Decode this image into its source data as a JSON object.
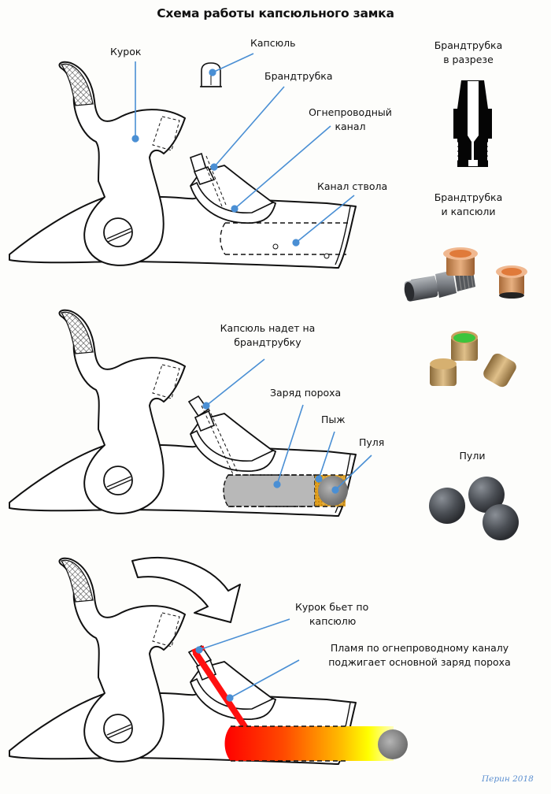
{
  "title": "Схема работы капсюльного замка",
  "panel1": {
    "labels": {
      "hammer": "Курок",
      "cap": "Капсюль",
      "nipple": "Брандтрубка",
      "flash_channel_line1": "Огнепроводный",
      "flash_channel_line2": "канал",
      "barrel_bore": "Канал ствола"
    }
  },
  "panel2": {
    "labels": {
      "cap_on_nipple_line1": "Капсюль надет на",
      "cap_on_nipple_line2": "брандтрубку",
      "powder_charge": "Заряд пороха",
      "wad": "Пыж",
      "bullet": "Пуля"
    }
  },
  "panel3": {
    "labels": {
      "hammer_strikes_line1": "Курок бьет по",
      "hammer_strikes_line2": "капсюлю",
      "flame_line1": "Пламя по огнепроводному каналу",
      "flame_line2": "поджигает основной заряд пороха"
    }
  },
  "side": {
    "nipple_section_line1": "Брандтрубка",
    "nipple_section_line2": "в разрезе",
    "nipple_caps_line1": "Брандтрубка",
    "nipple_caps_line2": "и капсюли",
    "bullets": "Пули"
  },
  "signature": "Перин 2018",
  "colors": {
    "leader": "#4a8fd4",
    "powder_gray": "#b8b8b8",
    "wad": "#e0a020",
    "flame_start": "#ff0000",
    "flame_end": "#ffff00",
    "flame_channel": "#ff1010",
    "copper": "#c98a4a",
    "brass": "#c9a060",
    "lead": "#555a60"
  }
}
